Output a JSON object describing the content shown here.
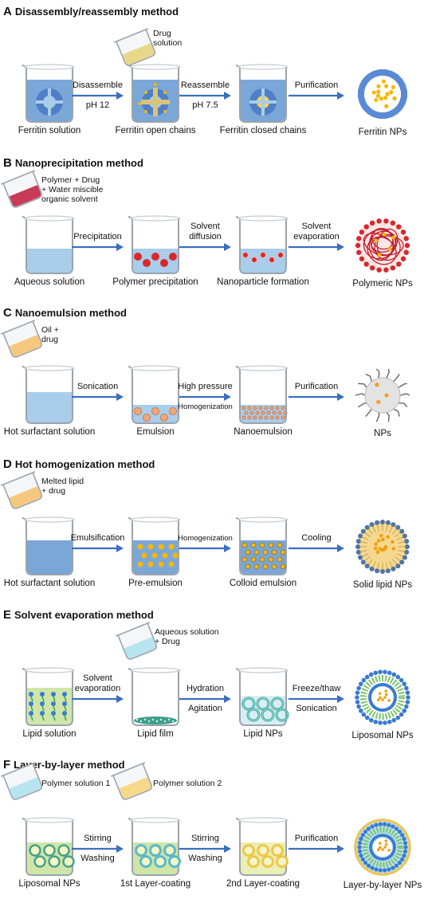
{
  "sections": [
    {
      "letter": "A",
      "title": "Disassembly/reassembly method",
      "pour_note": "Drug\nsolution",
      "steps": [
        "Ferritin solution",
        "Ferritin open chains",
        "Ferritin closed chains",
        "Ferritin NPs"
      ],
      "arrows": [
        [
          "Disassemble",
          "pH 12"
        ],
        [
          "Reassemble",
          "pH 7.5"
        ],
        [
          "Purification",
          ""
        ]
      ]
    },
    {
      "letter": "B",
      "title": "Nanoprecipitation method",
      "pour_note": "Polymer + Drug\n+ Water miscible\norganic solvent",
      "steps": [
        "Aqueous solution",
        "Polymer precipitation",
        "Nanoparticle formation",
        "Polymeric NPs"
      ],
      "arrows": [
        [
          "Precipitation",
          ""
        ],
        [
          "Solvent\ndiffusion",
          ""
        ],
        [
          "Solvent\nevaporation",
          ""
        ]
      ]
    },
    {
      "letter": "C",
      "title": "Nanoemulsion method",
      "pour_note": "Oil +\ndrug",
      "steps": [
        "Hot surfactant solution",
        "Emulsion",
        "Nanoemulsion",
        "NPs"
      ],
      "arrows": [
        [
          "Sonication",
          ""
        ],
        [
          "High pressure",
          "Homogenization"
        ],
        [
          "Purification",
          ""
        ]
      ]
    },
    {
      "letter": "D",
      "title": "Hot homogenization method",
      "pour_note": "Melted lipid\n+ drug",
      "steps": [
        "Hot surfactant solution",
        "Pre-emulsion",
        "Colloid emulsion",
        "Solid lipid NPs"
      ],
      "arrows": [
        [
          "Emulsification",
          ""
        ],
        [
          "Homogenization",
          ""
        ],
        [
          "Cooling",
          ""
        ]
      ]
    },
    {
      "letter": "E",
      "title": "Solvent evaporation method",
      "pour_note": "Aqueous solution\n+ Drug",
      "steps": [
        "Lipid solution",
        "Lipid film",
        "Lipid NPs",
        "Liposomal NPs"
      ],
      "arrows": [
        [
          "Solvent\nevaporation",
          ""
        ],
        [
          "Hydration",
          "Agitation"
        ],
        [
          "Freeze/thaw",
          "Sonication"
        ]
      ]
    },
    {
      "letter": "F",
      "title": "Layer-by-layer method",
      "pour_note": "Polymer solution 1",
      "pour_note2": "Polymer solution 2",
      "steps": [
        "Liposomal NPs",
        "1st Layer-coating",
        "2nd Layer-coating",
        "Layer-by-layer NPs"
      ],
      "arrows": [
        [
          "Stirring",
          "Washing"
        ],
        [
          "Stirring",
          "Washing"
        ],
        [
          "Purification",
          ""
        ]
      ]
    }
  ],
  "colors": {
    "arrow": "#3b6fbf",
    "glass": "#9aa4ad",
    "liquid_blue": "#a9cdea",
    "liquid_dark_blue": "#7aa6d8",
    "red_particle": "#d8282b",
    "orange_particle": "#f2a77a",
    "yellow_particle": "#f5b800",
    "green_liquid": "#cfe6a8"
  }
}
